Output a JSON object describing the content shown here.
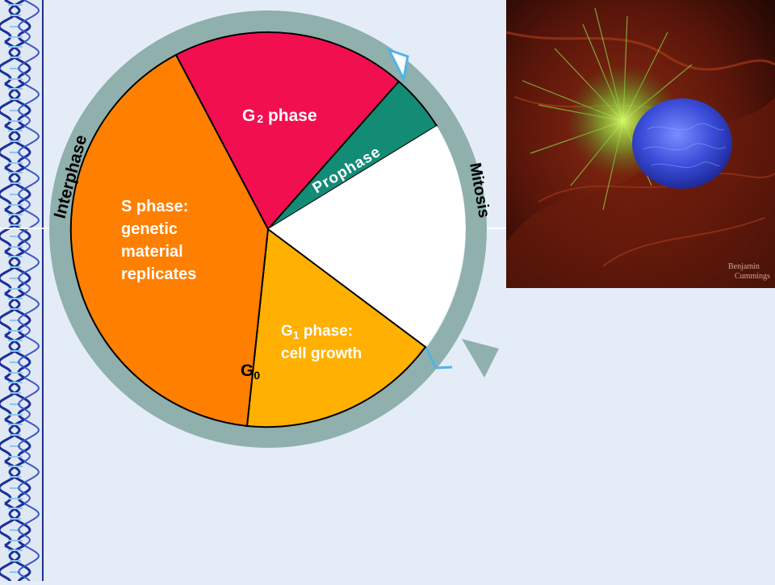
{
  "diagram": {
    "segments": {
      "g2": {
        "label": "G",
        "sub": "2",
        "label2": " phase",
        "color": "#f20f4f"
      },
      "prophase": {
        "label": "Prophase",
        "color": "#138c76"
      },
      "s": {
        "line1": "S phase:",
        "line2": "genetic",
        "line3": "material",
        "line4": "replicates",
        "color": "#ff7f00"
      },
      "g1": {
        "label": "G",
        "sub": "1",
        "label2": " phase:",
        "line2": "cell growth",
        "color": "#ffb000"
      },
      "mitosis_gap": {
        "color": "#ffffff"
      }
    },
    "g0": {
      "label": "G",
      "sub": "0"
    },
    "ring_labels": {
      "interphase": "Interphase",
      "mitosis": "Mitosis"
    },
    "ring_color": "#8fb0ad"
  },
  "photo": {
    "watermark_line1": "Benjamin",
    "watermark_line2": "Cummings"
  },
  "colors": {
    "background": "#e4edf7",
    "dna_blue": "#1c2f9a",
    "dna_light": "#8fc6ea"
  }
}
